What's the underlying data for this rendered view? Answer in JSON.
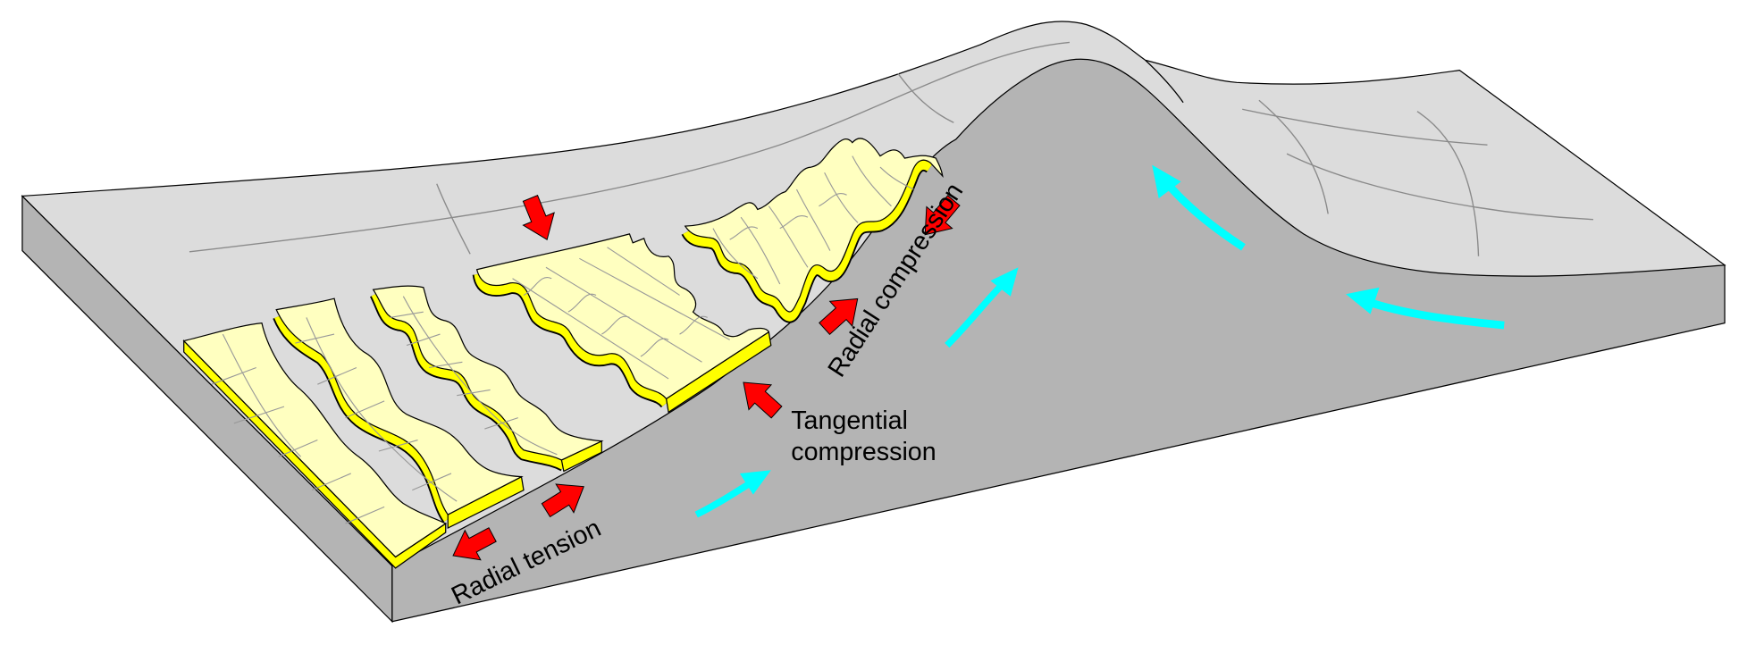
{
  "diagram": {
    "labels": {
      "radial_tension": "Radial tension",
      "tangential_line1": "Tangential",
      "tangential_line2": "compression",
      "radial_compression": "Radial compression"
    },
    "colors": {
      "surface": "#dcdcdc",
      "hill": "#b4b4b4",
      "fold_top": "#ffffc0",
      "fold_layer": "#ffff00",
      "stress_arrow": "#ff0000",
      "flow_arrow": "#00ffff"
    },
    "icons": {
      "stress": "red-block-arrow",
      "flow": "cyan-flow-arrow"
    }
  }
}
